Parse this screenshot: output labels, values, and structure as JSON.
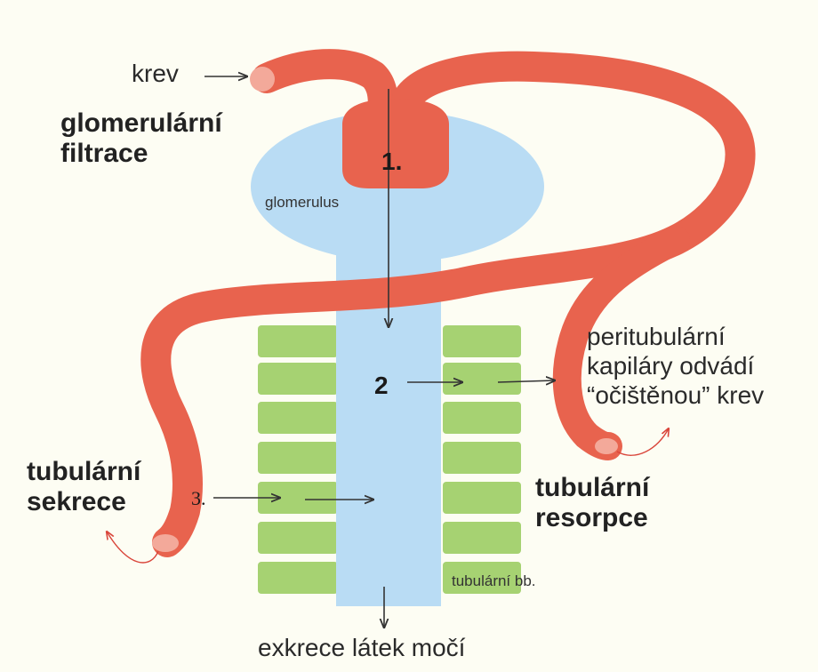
{
  "labels": {
    "blood": "krev",
    "glomerular_filtration": [
      "glomerulární",
      "filtrace"
    ],
    "glomerulus": "glomerulus",
    "peritubular": [
      "peritubulární",
      "kapiláry odvádí",
      "“očištěnou” krev"
    ],
    "tubular_secretion": [
      "tubulární",
      "sekrece"
    ],
    "tubular_resorption": [
      "tubulární",
      "resorpce"
    ],
    "tubular_cells": "tubulární bb.",
    "excretion": "exkrece látek močí"
  },
  "steps": {
    "one": "1.",
    "two": "2",
    "three": "3."
  },
  "colors": {
    "vessel": "#e8634e",
    "vessel_end": "#f3a99a",
    "glomerulus": "#b9dcf4",
    "tubule": "#b9dcf4",
    "cells": "#a6d272",
    "background": "#fdfdf3",
    "arrow": "#333333",
    "curve_arrow": "#d9453a"
  }
}
